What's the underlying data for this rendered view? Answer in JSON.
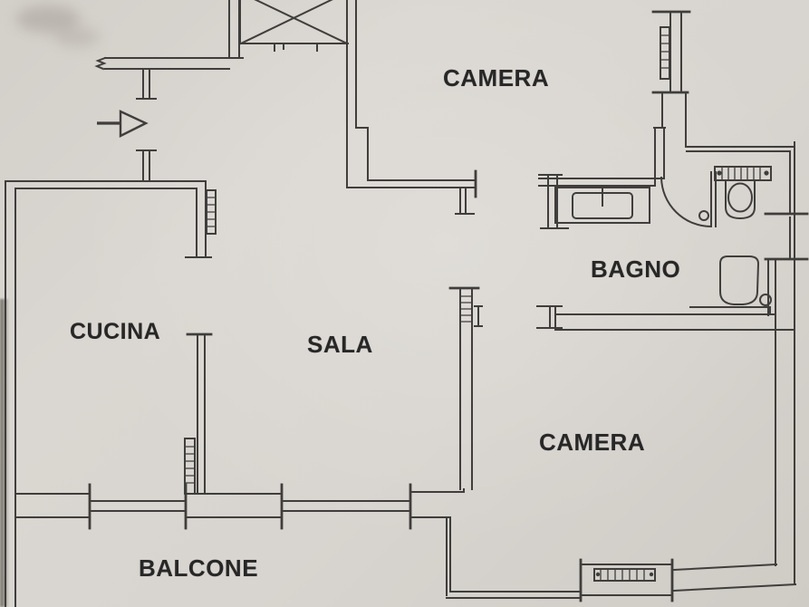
{
  "document": {
    "type": "apartment floor plan (hand-drawn, photographed)",
    "language": "Italian"
  },
  "colors": {
    "paper": "#d8d4cf",
    "line": "#3f3e3c",
    "text": "#272727"
  },
  "rooms": [
    {
      "id": "camera-top",
      "label": "CAMERA"
    },
    {
      "id": "bagno",
      "label": "BAGNO"
    },
    {
      "id": "cucina",
      "label": "CUCINA"
    },
    {
      "id": "sala",
      "label": "SALA"
    },
    {
      "id": "camera-bottom",
      "label": "CAMERA"
    },
    {
      "id": "balcone",
      "label": "BALCONE"
    }
  ],
  "fixtures": [
    "stairwell-x-box",
    "entrance-arrow",
    "bathtub",
    "bathroom-door-swing",
    "sink-counter",
    "toilet",
    "bidet",
    "radiator-window-top",
    "radiator-cucina-upper",
    "radiator-cucina-lower",
    "radiator-camera-window",
    "windows-balcony-wall",
    "window-right-wall",
    "door-jambs"
  ]
}
